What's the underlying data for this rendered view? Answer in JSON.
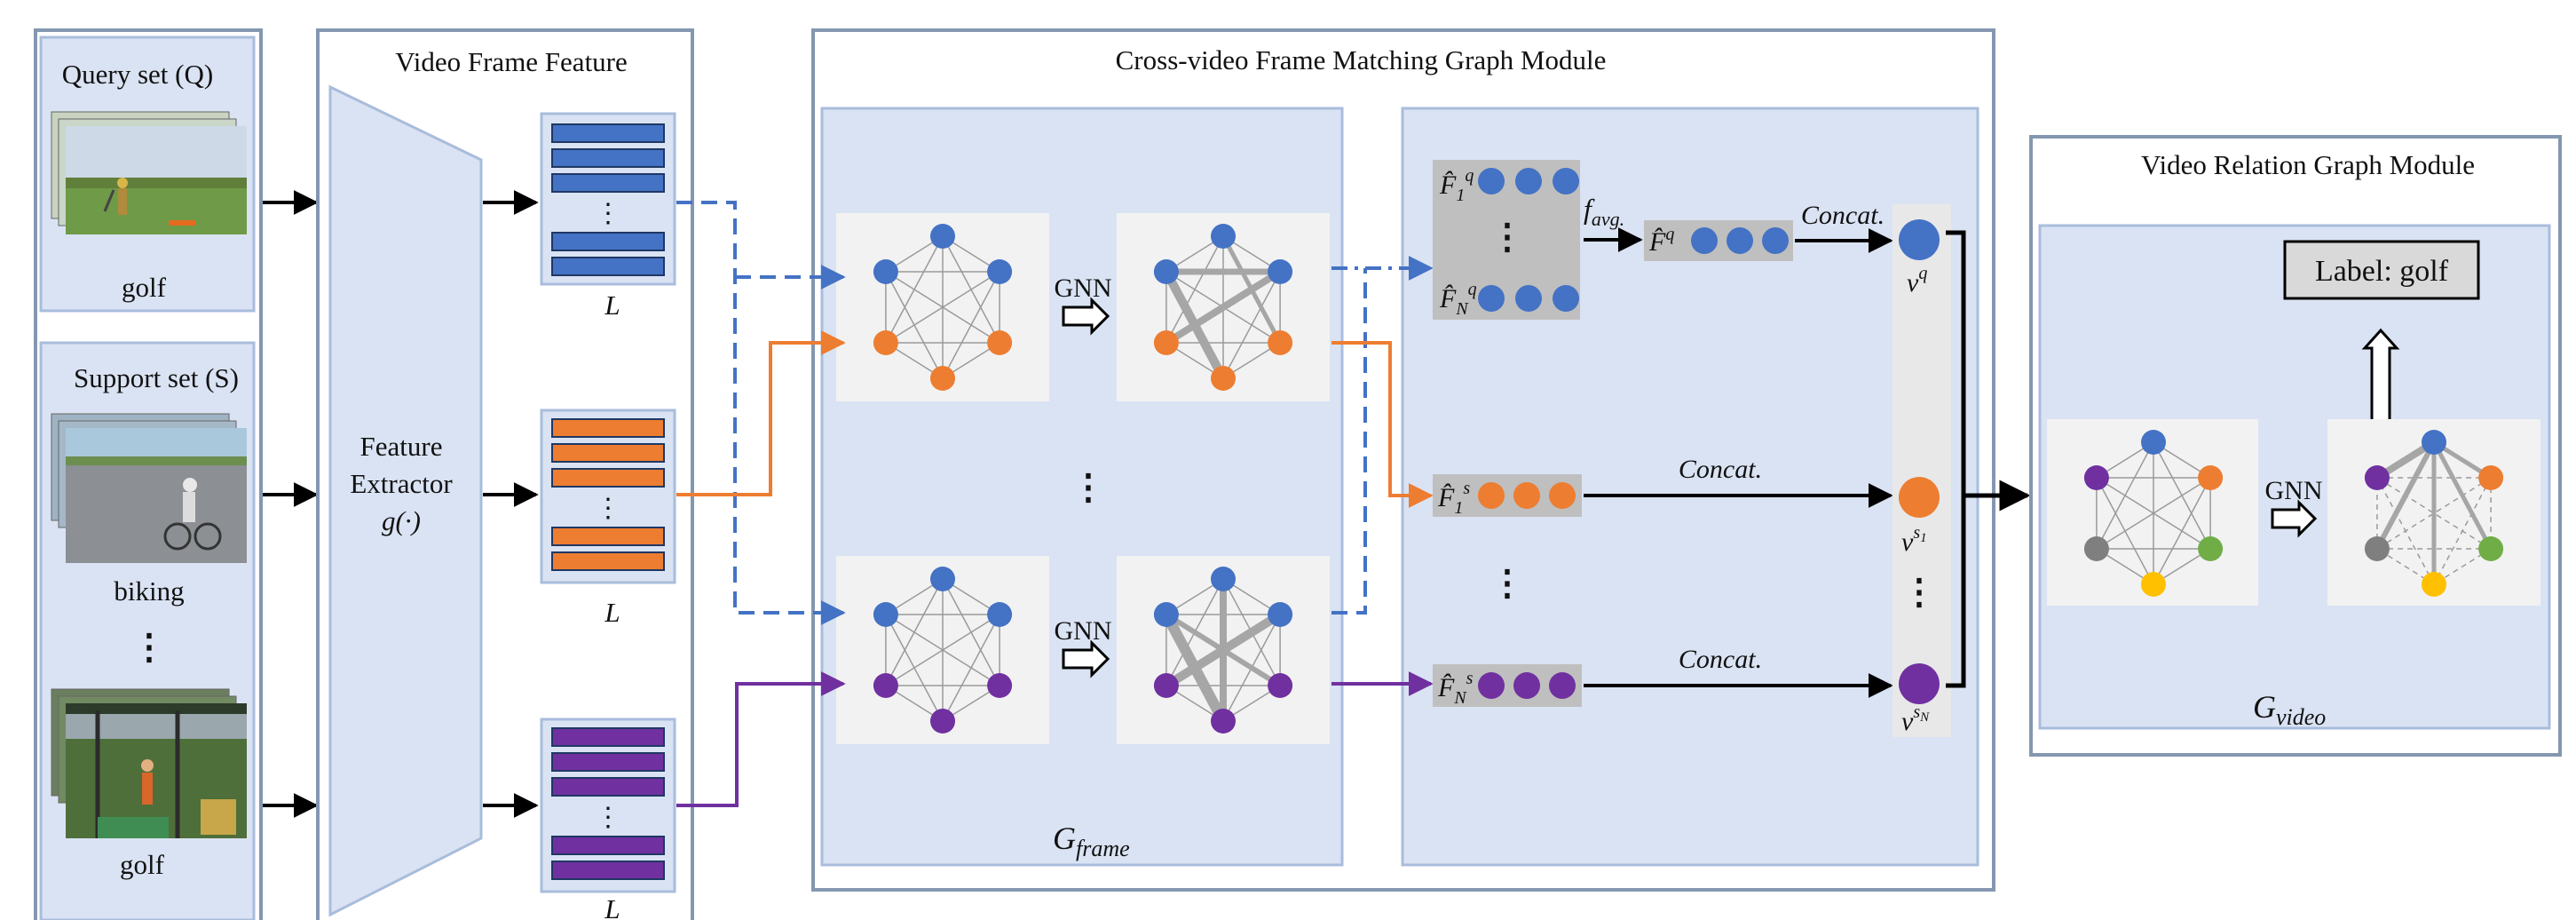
{
  "query": {
    "title": "Query set (Q)",
    "label": "golf"
  },
  "support": {
    "title": "Support set (S)",
    "labels": [
      "biking",
      "golf"
    ],
    "dots": "⋮"
  },
  "feature": {
    "title": "Video Frame Feature",
    "extractor_lines": [
      "Feature",
      "Extractor",
      "g(·)"
    ],
    "seq_label": "L",
    "dots": "⋮"
  },
  "cross": {
    "title": "Cross-video Frame Matching Graph Module",
    "gnn": "GNN",
    "g_frame": "G",
    "g_frame_sub": "frame",
    "dots": "⋮"
  },
  "agg": {
    "fq1": "F̂",
    "fq1_sub": "1",
    "fq1_sup": "q",
    "fqN": "F̂",
    "fqN_sub": "N",
    "fqN_sup": "q",
    "favg": "f",
    "favg_sub": "avg.",
    "fq": "F̂",
    "fq_sup": "q",
    "fs1": "F̂",
    "fs1_sub": "1",
    "fs1_sup": "s",
    "fsN": "F̂",
    "fsN_sub": "N",
    "fsN_sup": "s",
    "concat": "Concat.",
    "vq": "v",
    "vq_sup": "q",
    "vs1": "v",
    "vs1_sup": "s",
    "vs1_subsup": "1",
    "vsN": "v",
    "vsN_sup": "s",
    "vsN_subsup": "N",
    "dots": "⋮"
  },
  "relation": {
    "title": "Video Relation Graph Module",
    "gnn": "GNN",
    "result_label": "Label: golf",
    "g_video": "G",
    "g_video_sub": "video"
  },
  "colors": {
    "blue": "#4472c4",
    "orange": "#ed7d31",
    "purple": "#7030a0",
    "gray": "#7f7f7f",
    "yellow": "#ffc000",
    "green": "#70ad47",
    "panel_fill": "#dae3f3",
    "panel_border": "#8497b0",
    "graph_bg": "#f2f2f2",
    "feature_gray": "#bfbfbf"
  }
}
